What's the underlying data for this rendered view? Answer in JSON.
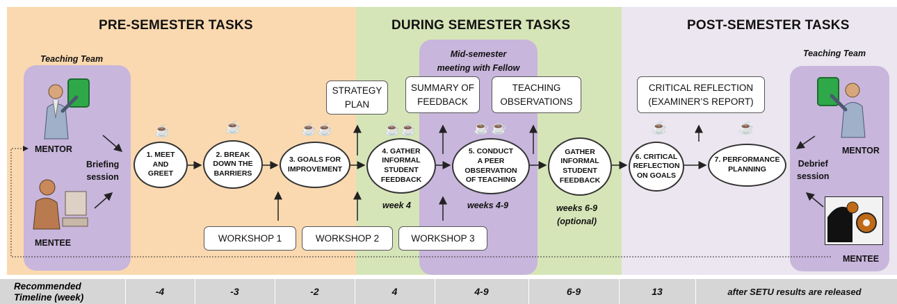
{
  "sections": {
    "pre": {
      "title": "PRE-SEMESTER TASKS",
      "color": "#fbd9b0"
    },
    "during": {
      "title": "DURING SEMESTER TASKS",
      "color": "#d6e5b8"
    },
    "post": {
      "title": "POST-SEMESTER TASKS",
      "color": "#ebe6ef"
    }
  },
  "left_team": {
    "title": "Teaching Team",
    "mentor": "MENTOR",
    "mentee": "MENTEE",
    "session": "Briefing\nsession"
  },
  "right_team": {
    "title": "Teaching Team",
    "mentor": "MENTOR",
    "mentee": "MENTEE",
    "session": "Debrief\nsession"
  },
  "midsemester": "Mid-semester\nmeeting with Fellow",
  "boxes": {
    "strategy": "STRATEGY\nPLAN",
    "summary": "SUMMARY OF\nFEEDBACK",
    "observations": "TEACHING\nOBSERVATIONS",
    "reflection": "CRITICAL REFLECTION\n(EXAMINER’S REPORT)",
    "workshop1": "WORKSHOP 1",
    "workshop2": "WORKSHOP 2",
    "workshop3": "WORKSHOP 3"
  },
  "steps": {
    "s1": "1. MEET\nAND\nGREET",
    "s2": "2. BREAK\nDOWN THE\nBARRIERS",
    "s3": "3. GOALS FOR\nIMPROVEMENT",
    "s4": "4. GATHER\nINFORMAL\nSTUDENT\nFEEDBACK",
    "s5": "5. CONDUCT\nA PEER\nOBSERVATION\nOF TEACHING",
    "s5b": "GATHER\nINFORMAL\nSTUDENT\nFEEDBACK",
    "s6": "6. CRITICAL\nREFLECTION\nON GOALS",
    "s7": "7. PERFORMANCE\nPLANNING"
  },
  "week_labels": {
    "w4": "week 4",
    "w49": "weeks 4-9",
    "w69": "weeks 6-9\n(optional)"
  },
  "timeline": {
    "label": "Recommended\nTimeline (week)",
    "cells": [
      "-4",
      "-3",
      "-2",
      "4",
      "4-9",
      "6-9",
      "13",
      "after SETU results are released"
    ]
  },
  "icons": {
    "cup": "coffee-cup-icon",
    "mentor": "presenter-icon",
    "mentee": "computer-user-icon",
    "gear": "gear-head-icon"
  }
}
